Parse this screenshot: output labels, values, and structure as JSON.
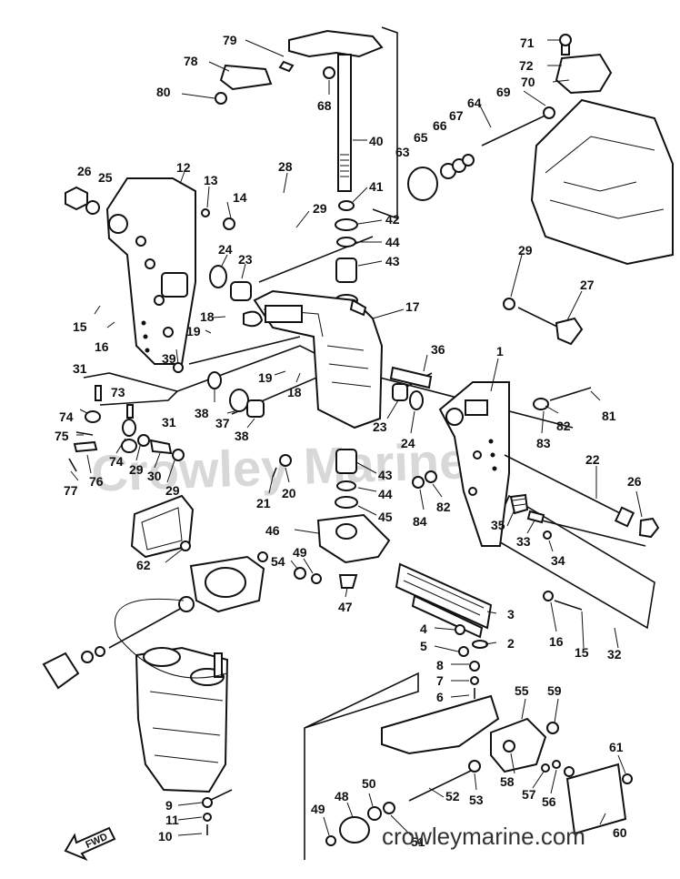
{
  "diagram": {
    "watermark": "Crowley Marine",
    "footer": "crowleymarine.com",
    "fwd_label": "FWD",
    "callouts": [
      {
        "id": "71",
        "text": "71"
      },
      {
        "id": "72",
        "text": "72"
      },
      {
        "id": "70",
        "text": "70"
      },
      {
        "id": "69",
        "text": "69"
      },
      {
        "id": "64",
        "text": "64"
      },
      {
        "id": "67",
        "text": "67"
      },
      {
        "id": "66",
        "text": "66"
      },
      {
        "id": "65",
        "text": "65"
      },
      {
        "id": "63",
        "text": "63"
      },
      {
        "id": "79",
        "text": "79"
      },
      {
        "id": "78",
        "text": "78"
      },
      {
        "id": "80",
        "text": "80"
      },
      {
        "id": "68",
        "text": "68"
      },
      {
        "id": "40",
        "text": "40"
      },
      {
        "id": "41",
        "text": "41"
      },
      {
        "id": "42",
        "text": "42"
      },
      {
        "id": "44a",
        "text": "44"
      },
      {
        "id": "43a",
        "text": "43"
      },
      {
        "id": "26a",
        "text": "26"
      },
      {
        "id": "25",
        "text": "25"
      },
      {
        "id": "12",
        "text": "12"
      },
      {
        "id": "13",
        "text": "13"
      },
      {
        "id": "14",
        "text": "14"
      },
      {
        "id": "28",
        "text": "28"
      },
      {
        "id": "29a",
        "text": "29"
      },
      {
        "id": "24a",
        "text": "24"
      },
      {
        "id": "23a",
        "text": "23"
      },
      {
        "id": "17",
        "text": "17"
      },
      {
        "id": "29b",
        "text": "29"
      },
      {
        "id": "27",
        "text": "27"
      },
      {
        "id": "15a",
        "text": "15"
      },
      {
        "id": "16a",
        "text": "16"
      },
      {
        "id": "18a",
        "text": "18"
      },
      {
        "id": "19a",
        "text": "19"
      },
      {
        "id": "36",
        "text": "36"
      },
      {
        "id": "1",
        "text": "1"
      },
      {
        "id": "39",
        "text": "39"
      },
      {
        "id": "31a",
        "text": "31"
      },
      {
        "id": "73",
        "text": "73"
      },
      {
        "id": "31b",
        "text": "31"
      },
      {
        "id": "19b",
        "text": "19"
      },
      {
        "id": "18b",
        "text": "18"
      },
      {
        "id": "38a",
        "text": "38"
      },
      {
        "id": "37",
        "text": "37"
      },
      {
        "id": "38b",
        "text": "38"
      },
      {
        "id": "23b",
        "text": "23"
      },
      {
        "id": "24b",
        "text": "24"
      },
      {
        "id": "81",
        "text": "81"
      },
      {
        "id": "82a",
        "text": "82"
      },
      {
        "id": "83",
        "text": "83"
      },
      {
        "id": "74a",
        "text": "74"
      },
      {
        "id": "75",
        "text": "75"
      },
      {
        "id": "74b",
        "text": "74"
      },
      {
        "id": "29c",
        "text": "29"
      },
      {
        "id": "30",
        "text": "30"
      },
      {
        "id": "77",
        "text": "77"
      },
      {
        "id": "76",
        "text": "76"
      },
      {
        "id": "29d",
        "text": "29"
      },
      {
        "id": "22",
        "text": "22"
      },
      {
        "id": "26b",
        "text": "26"
      },
      {
        "id": "43b",
        "text": "43"
      },
      {
        "id": "44b",
        "text": "44"
      },
      {
        "id": "84",
        "text": "84"
      },
      {
        "id": "82b",
        "text": "82"
      },
      {
        "id": "21",
        "text": "21"
      },
      {
        "id": "20",
        "text": "20"
      },
      {
        "id": "45",
        "text": "45"
      },
      {
        "id": "35",
        "text": "35"
      },
      {
        "id": "33",
        "text": "33"
      },
      {
        "id": "34",
        "text": "34"
      },
      {
        "id": "46",
        "text": "46"
      },
      {
        "id": "62",
        "text": "62"
      },
      {
        "id": "54",
        "text": "54"
      },
      {
        "id": "49a",
        "text": "49"
      },
      {
        "id": "47",
        "text": "47"
      },
      {
        "id": "3",
        "text": "3"
      },
      {
        "id": "4",
        "text": "4"
      },
      {
        "id": "2",
        "text": "2"
      },
      {
        "id": "5",
        "text": "5"
      },
      {
        "id": "8",
        "text": "8"
      },
      {
        "id": "7",
        "text": "7"
      },
      {
        "id": "6",
        "text": "6"
      },
      {
        "id": "16b",
        "text": "16"
      },
      {
        "id": "15b",
        "text": "15"
      },
      {
        "id": "32",
        "text": "32"
      },
      {
        "id": "55",
        "text": "55"
      },
      {
        "id": "59",
        "text": "59"
      },
      {
        "id": "61",
        "text": "61"
      },
      {
        "id": "9",
        "text": "9"
      },
      {
        "id": "11",
        "text": "11"
      },
      {
        "id": "10",
        "text": "10"
      },
      {
        "id": "48",
        "text": "48"
      },
      {
        "id": "50",
        "text": "50"
      },
      {
        "id": "52",
        "text": "52"
      },
      {
        "id": "53",
        "text": "53"
      },
      {
        "id": "58",
        "text": "58"
      },
      {
        "id": "57",
        "text": "57"
      },
      {
        "id": "56",
        "text": "56"
      },
      {
        "id": "49b",
        "text": "49"
      },
      {
        "id": "51",
        "text": "51"
      },
      {
        "id": "60",
        "text": "60"
      }
    ]
  }
}
